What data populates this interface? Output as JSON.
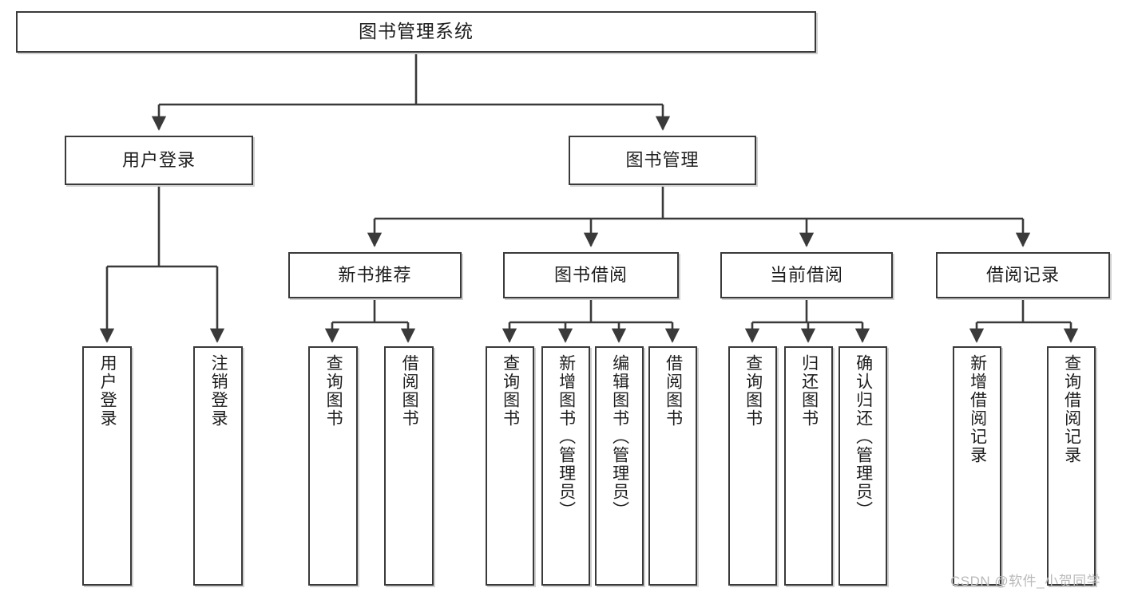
{
  "diagram": {
    "title": "图书管理系统",
    "type": "functional-decomposition-tree",
    "watermark": "CSDN @软件_小贺同学",
    "style": {
      "border_color": "#3a3a3a",
      "background_color": "#ffffff",
      "text_color": "#1d1d1d",
      "watermark_color": "#b9b9b9"
    },
    "levels": [
      {
        "level": 1,
        "nodes": [
          {
            "id": "root",
            "label": "图书管理系统",
            "orientation": "horizontal"
          }
        ]
      },
      {
        "level": 2,
        "nodes": [
          {
            "id": "login",
            "label": "用户登录",
            "orientation": "horizontal",
            "parent": "root"
          },
          {
            "id": "bookmgmt",
            "label": "图书管理",
            "orientation": "horizontal",
            "parent": "root"
          }
        ]
      },
      {
        "level": 3,
        "nodes": [
          {
            "id": "newbook",
            "label": "新书推荐",
            "orientation": "horizontal",
            "parent": "bookmgmt"
          },
          {
            "id": "borrow",
            "label": "图书借阅",
            "orientation": "horizontal",
            "parent": "bookmgmt"
          },
          {
            "id": "current",
            "label": "当前借阅",
            "orientation": "horizontal",
            "parent": "bookmgmt"
          },
          {
            "id": "records",
            "label": "借阅记录",
            "orientation": "horizontal",
            "parent": "bookmgmt"
          }
        ]
      },
      {
        "level": 4,
        "nodes": [
          {
            "id": "leaf1",
            "label": "用户登录",
            "orientation": "vertical",
            "parent": "login"
          },
          {
            "id": "leaf2",
            "label": "注销登录",
            "orientation": "vertical",
            "parent": "login"
          },
          {
            "id": "leaf3",
            "label": "查询图书",
            "orientation": "vertical",
            "parent": "newbook"
          },
          {
            "id": "leaf4",
            "label": "借阅图书",
            "orientation": "vertical",
            "parent": "newbook"
          },
          {
            "id": "leaf5",
            "label": "查询图书",
            "orientation": "vertical",
            "parent": "borrow"
          },
          {
            "id": "leaf6",
            "label": "新增图书（管理员）",
            "orientation": "vertical",
            "parent": "borrow"
          },
          {
            "id": "leaf7",
            "label": "编辑图书（管理员）",
            "orientation": "vertical",
            "parent": "borrow"
          },
          {
            "id": "leaf8",
            "label": "借阅图书",
            "orientation": "vertical",
            "parent": "borrow"
          },
          {
            "id": "leaf9",
            "label": "查询图书",
            "orientation": "vertical",
            "parent": "current"
          },
          {
            "id": "leaf10",
            "label": "归还图书",
            "orientation": "vertical",
            "parent": "current"
          },
          {
            "id": "leaf11",
            "label": "确认归还（管理员）",
            "orientation": "vertical",
            "parent": "current"
          },
          {
            "id": "leaf12",
            "label": "新增借阅记录",
            "orientation": "vertical",
            "parent": "records"
          },
          {
            "id": "leaf13",
            "label": "查询借阅记录",
            "orientation": "vertical",
            "parent": "records"
          }
        ]
      }
    ]
  }
}
